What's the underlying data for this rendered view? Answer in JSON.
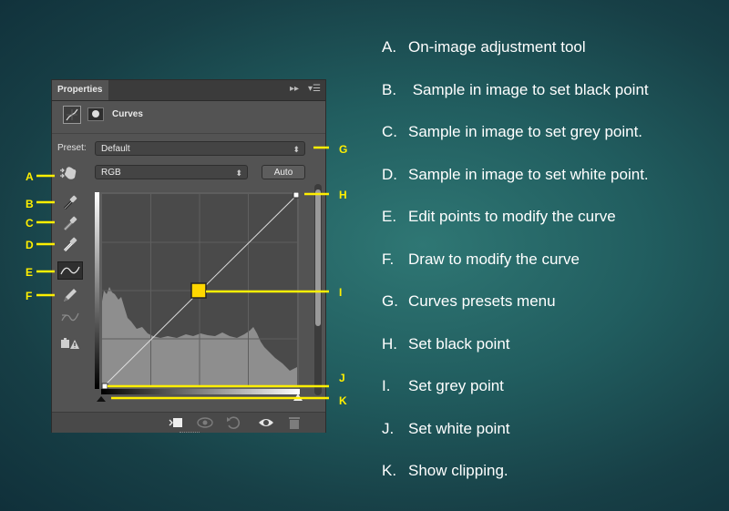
{
  "panel": {
    "tab_label": "Properties",
    "title": "Curves",
    "preset_label": "Preset:",
    "preset_value": "Default",
    "channel_value": "RGB",
    "auto_label": "Auto",
    "tools": [
      {
        "key": "A",
        "icon": "on-image-adjustment-icon"
      },
      {
        "key": "B",
        "icon": "black-eyedropper-icon"
      },
      {
        "key": "C",
        "icon": "grey-eyedropper-icon"
      },
      {
        "key": "D",
        "icon": "white-eyedropper-icon"
      },
      {
        "key": "E",
        "icon": "edit-points-curve-icon"
      },
      {
        "key": "F",
        "icon": "pencil-draw-icon"
      }
    ],
    "footer_icons": [
      "clip-to-layer-icon",
      "view-previous-state-icon",
      "reset-icon",
      "visibility-eye-icon",
      "trash-icon"
    ]
  },
  "callouts": {
    "A": "A",
    "B": "B",
    "C": "C",
    "D": "D",
    "E": "E",
    "F": "F",
    "G": "G",
    "H": "H",
    "I": "I",
    "J": "J",
    "K": "K"
  },
  "legend": [
    {
      "key": "A.",
      "text": "On-image adjustment tool"
    },
    {
      "key": "B.",
      "text": " Sample in image to set black point"
    },
    {
      "key": "C.",
      "text": "Sample in image to set grey point."
    },
    {
      "key": "D.",
      "text": "Sample in image to set white point."
    },
    {
      "key": "E.",
      "text": "Edit points to modify the curve"
    },
    {
      "key": "F.",
      "text": "Draw to modify the curve"
    },
    {
      "key": "G.",
      "text": "Curves presets menu"
    },
    {
      "key": "H.",
      "text": "Set black point"
    },
    {
      "key": "I.",
      "text": "Set grey point"
    },
    {
      "key": "J.",
      "text": "Set white point"
    },
    {
      "key": "K.",
      "text": "Show clipping."
    }
  ],
  "colors": {
    "callout": "#ffef00",
    "grey_point_fill": "#ffd700",
    "panel_bg": "#535353",
    "background": "#215d5f"
  }
}
